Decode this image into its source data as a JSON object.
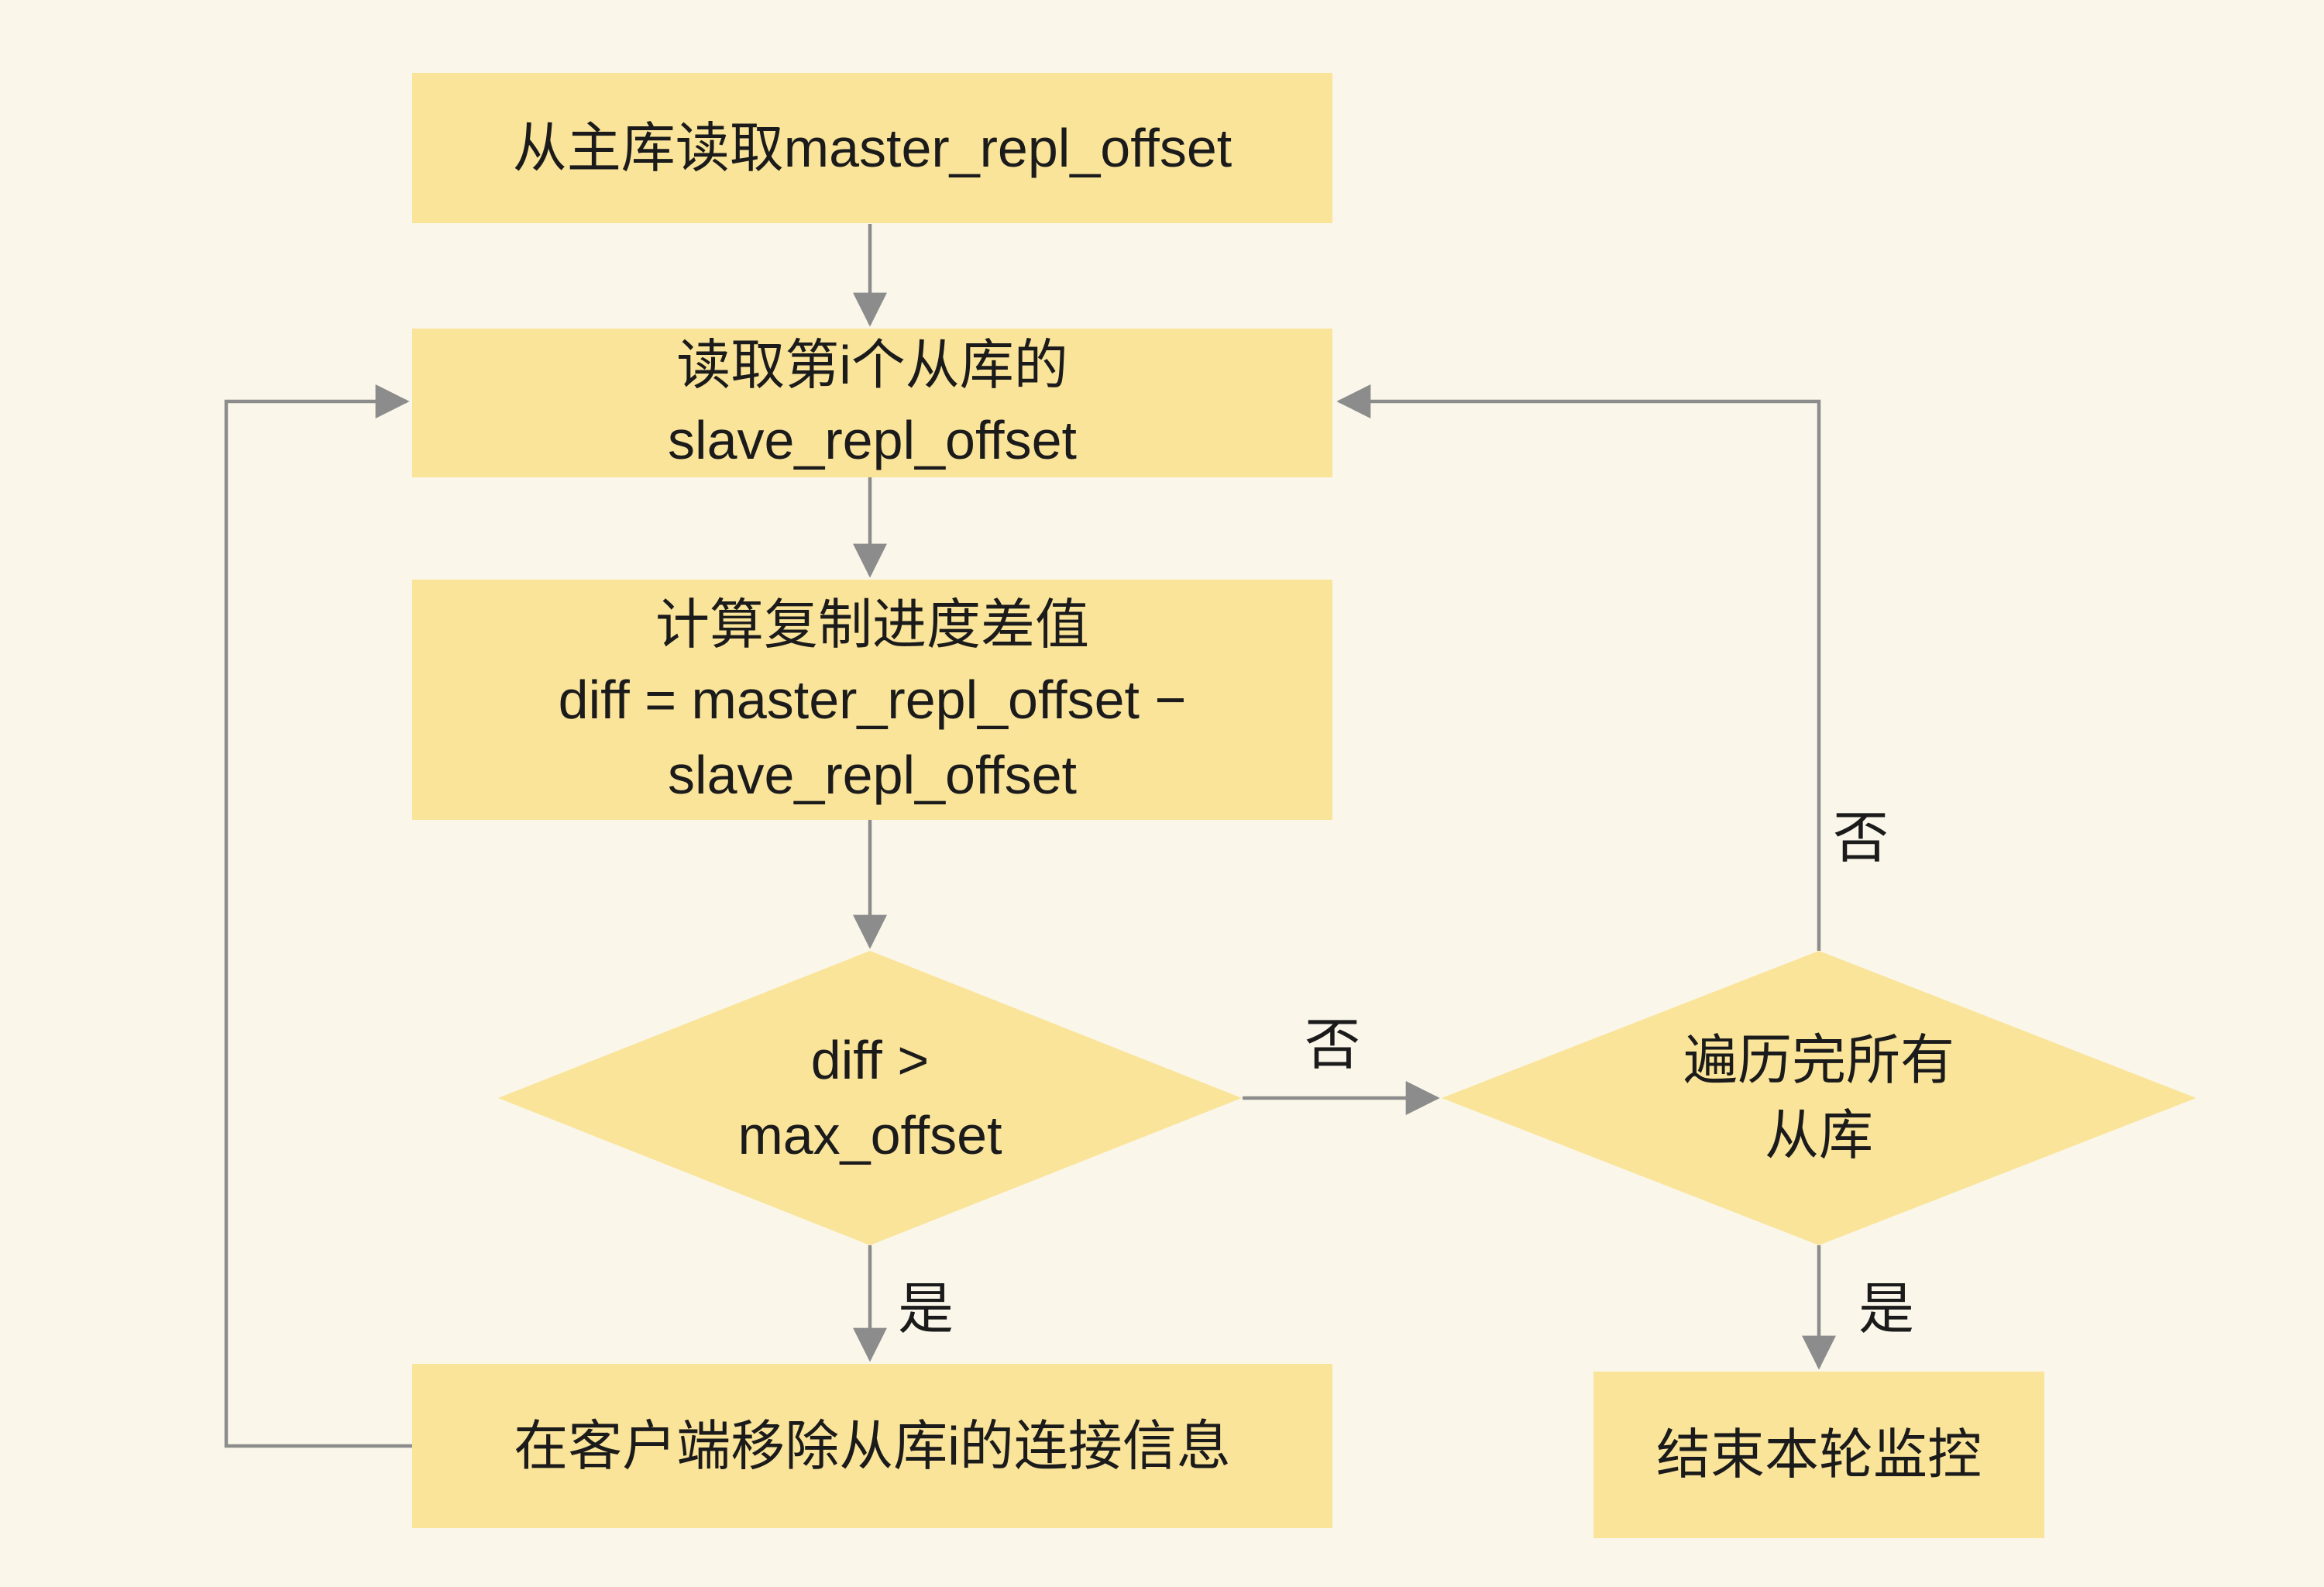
{
  "colors": {
    "background": "#FAF7EA",
    "node_fill": "#FAE49A",
    "line": "#8C8C8C",
    "text": "#1B1B1B"
  },
  "nodes": {
    "read_master": {
      "lines": [
        "从主库读取master_repl_offset"
      ]
    },
    "read_slave": {
      "lines": [
        "读取第i个从库的",
        "slave_repl_offset"
      ]
    },
    "calc_diff": {
      "lines": [
        "计算复制进度差值",
        "diff = master_repl_offset −",
        "slave_repl_offset"
      ]
    },
    "diff_check": {
      "lines": [
        "diff >",
        "max_offset"
      ]
    },
    "traverse_check": {
      "lines": [
        "遍历完所有",
        "从库"
      ]
    },
    "remove_slave": {
      "lines": [
        "在客户端移除从库i的连接信息"
      ]
    },
    "end_monitor": {
      "lines": [
        "结束本轮监控"
      ]
    }
  },
  "labels": {
    "no_between_diamonds": "否",
    "yes_below_diff_check": "是",
    "no_traverse_loop": "否",
    "yes_below_traverse": "是"
  }
}
